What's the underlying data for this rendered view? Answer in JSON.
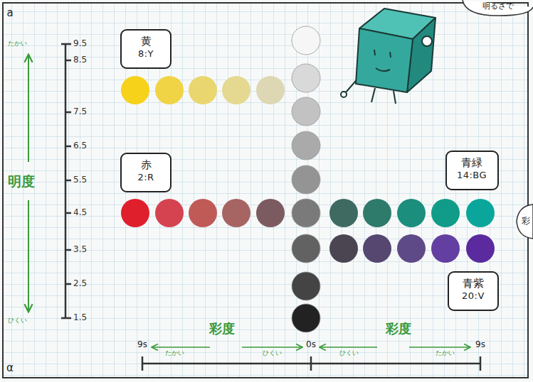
{
  "diagram": {
    "nodes": [
      {
        "text": [
          "黄",
          "8:Y"
        ]
      },
      {
        "text": [
          "赤",
          "2:R"
        ]
      },
      {
        "text": [
          "青緑",
          "14:BG"
        ]
      },
      {
        "text": [
          "青紫",
          "20:V"
        ]
      }
    ],
    "labels": [
      "a",
      "たかい",
      "9.5",
      "8.5",
      "7.5",
      "6.5",
      "5.5",
      "4.5",
      "3.5",
      "2.5",
      "1.5",
      "明度",
      "ひくい",
      "α",
      "彩度",
      "9s",
      "たかい",
      "ひくい",
      "0s",
      "ひくい",
      "彩度",
      "たかい",
      "9s",
      "明るさで",
      "彩"
    ]
  }
}
